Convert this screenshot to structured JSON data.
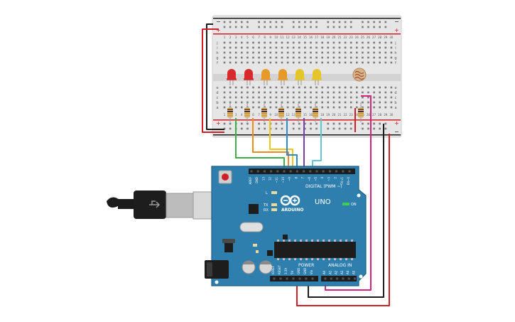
{
  "breadboard": {
    "rail_plus_label": "+",
    "rail_minus_label": "−",
    "row_letters_top": [
      "j",
      "i",
      "h",
      "g",
      "f"
    ],
    "row_letters_bottom": [
      "e",
      "d",
      "c",
      "b",
      "a"
    ],
    "column_numbers": [
      "1",
      "2",
      "3",
      "4",
      "5",
      "6",
      "7",
      "8",
      "9",
      "10",
      "11",
      "12",
      "13",
      "14",
      "15",
      "16",
      "17",
      "18",
      "19",
      "20",
      "21",
      "22",
      "23",
      "24",
      "25",
      "26",
      "27",
      "28",
      "29",
      "30"
    ]
  },
  "leds": [
    {
      "name": "led-red-1",
      "color": "#d82a2a"
    },
    {
      "name": "led-red-2",
      "color": "#d82a2a"
    },
    {
      "name": "led-orange-1",
      "color": "#e59a2a"
    },
    {
      "name": "led-orange-2",
      "color": "#e59a2a"
    },
    {
      "name": "led-yellow-1",
      "color": "#e5c52a"
    },
    {
      "name": "led-yellow-2",
      "color": "#e5c52a"
    }
  ],
  "wire_colors": {
    "green": "#3fae49",
    "orange": "#f08c1e",
    "yellow": "#f2c51c",
    "blue": "#2a8bd1",
    "purple": "#7c3fa8",
    "cyan": "#5fc6d6",
    "magenta": "#d4237a",
    "red": "#cf2027",
    "black": "#1b1b1b"
  },
  "arduino": {
    "brand": "ARDUINO",
    "model": "UNO",
    "digital_label": "DIGITAL (PWM ~)",
    "power_label": "POWER",
    "analog_label": "ANALOG IN",
    "on_label": "ON",
    "l_label": "L",
    "tx_label": "TX",
    "rx_label": "RX",
    "digital_pins": [
      "AREF",
      "GND",
      "13",
      "12",
      "~11",
      "~10",
      "~9",
      "8",
      "7",
      "~6",
      "~5",
      "4",
      "~3",
      "2",
      "TX→1",
      "RX←0"
    ],
    "power_pins": [
      "IOREF",
      "RESET",
      "3.3V",
      "5V",
      "GND",
      "GND",
      "Vin"
    ],
    "analog_pins": [
      "A0",
      "A1",
      "A2",
      "A3",
      "A4",
      "A5"
    ],
    "board_color": "#2f7fae"
  }
}
